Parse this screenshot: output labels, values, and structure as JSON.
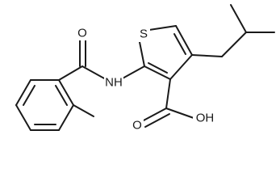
{
  "molecule": {
    "atoms": {
      "sulfur": "S",
      "ketone_oxygen": "O",
      "amide_nitrogen": "NH",
      "carbonyl_oxygen": "O",
      "hydroxyl": "OH"
    }
  }
}
